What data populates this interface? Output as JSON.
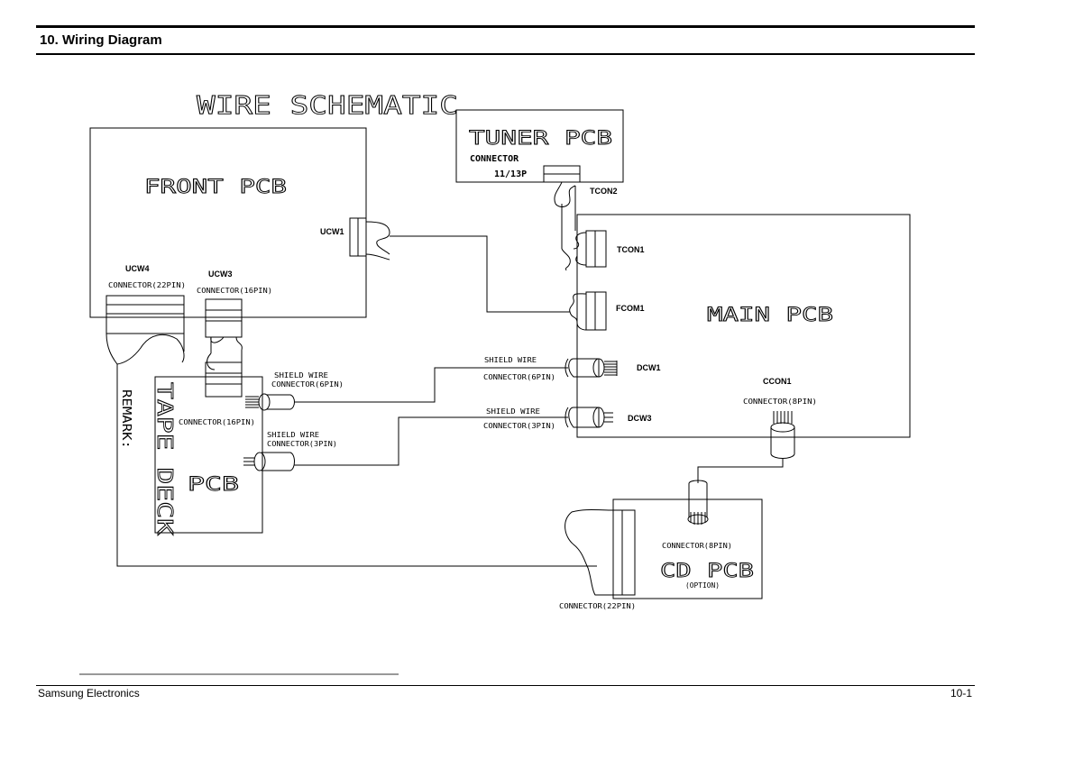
{
  "header": {
    "section_title": "10. Wiring Diagram"
  },
  "footer": {
    "left": "Samsung Electronics",
    "right": "10-1"
  },
  "diagram": {
    "title": "WIRE SCHEMATIC",
    "boards": {
      "front": "FRONT PCB",
      "tuner": "TUNER PCB",
      "main": "MAIN PCB",
      "tape_1": "TAPE DECK",
      "tape_2": "PCB",
      "cd": "CD PCB",
      "cd_note": "(OPTION)"
    },
    "tuner_connector": {
      "line1": "CONNECTOR",
      "line2": "11/13P"
    },
    "labels": {
      "tcon2": "TCON2",
      "tcon1": "TCON1",
      "fcom1": "FCOM1",
      "ucw1": "UCW1",
      "ucw4": "UCW4",
      "ucw3": "UCW3",
      "dcw1": "DCW1",
      "dcw3": "DCW3",
      "ccon1": "CCON1"
    },
    "connectors": {
      "ucw4": "CONNECTOR(22PIN)",
      "ucw3": "CONNECTOR(16PIN)",
      "shield_tape_6": "SHIELD WIRE",
      "conn_tape_6": "CONNECTOR(6PIN)",
      "tape_16": "CONNECTOR(16PIN)",
      "shield_tape_3": "SHIELD WIRE",
      "conn_tape_3": "CONNECTOR(3PIN)",
      "shield_main_6": "SHIELD WIRE",
      "conn_main_6": "CONNECTOR(6PIN)",
      "shield_main_3": "SHIELD WIRE",
      "conn_main_3": "CONNECTOR(3PIN)",
      "ccon1": "CONNECTOR(8PIN)",
      "cd_8": "CONNECTOR(8PIN)",
      "cd_22": "CONNECTOR(22PIN)"
    },
    "remark": "REMARK:"
  }
}
